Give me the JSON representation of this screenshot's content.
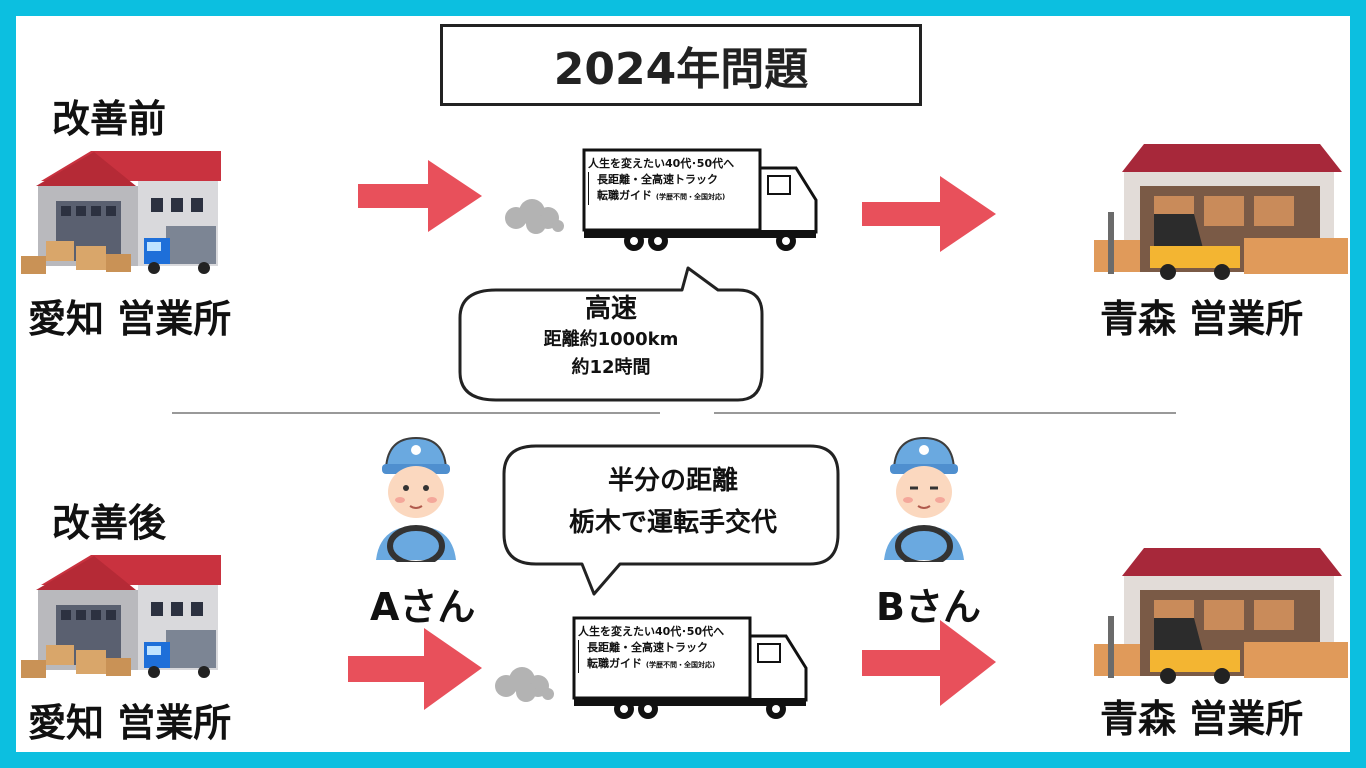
{
  "title": "2024年問題",
  "before": {
    "heading": "改善前",
    "origin": "愛知 営業所",
    "destination": "青森 営業所",
    "bubble": {
      "line1": "高速",
      "line2": "距離約1000km",
      "line3": "約12時間"
    }
  },
  "after": {
    "heading": "改善後",
    "origin": "愛知 営業所",
    "destination": "青森 営業所",
    "bubble": {
      "line1": "半分の距離",
      "line2": "栃木で運転手交代"
    },
    "driver_a": "Aさん",
    "driver_b": "Bさん"
  },
  "truck_sign": {
    "line1": "人生を変えたい40代･50代へ",
    "line2": "長距離・全高速トラック",
    "line3": "転職ガイド",
    "line3_small": "(学歴不問・全国対応)"
  },
  "colors": {
    "frame": "#0cbfe0",
    "arrow": "#e8505b",
    "roof": "#c9323f",
    "truck_blue": "#1e6fd9"
  }
}
